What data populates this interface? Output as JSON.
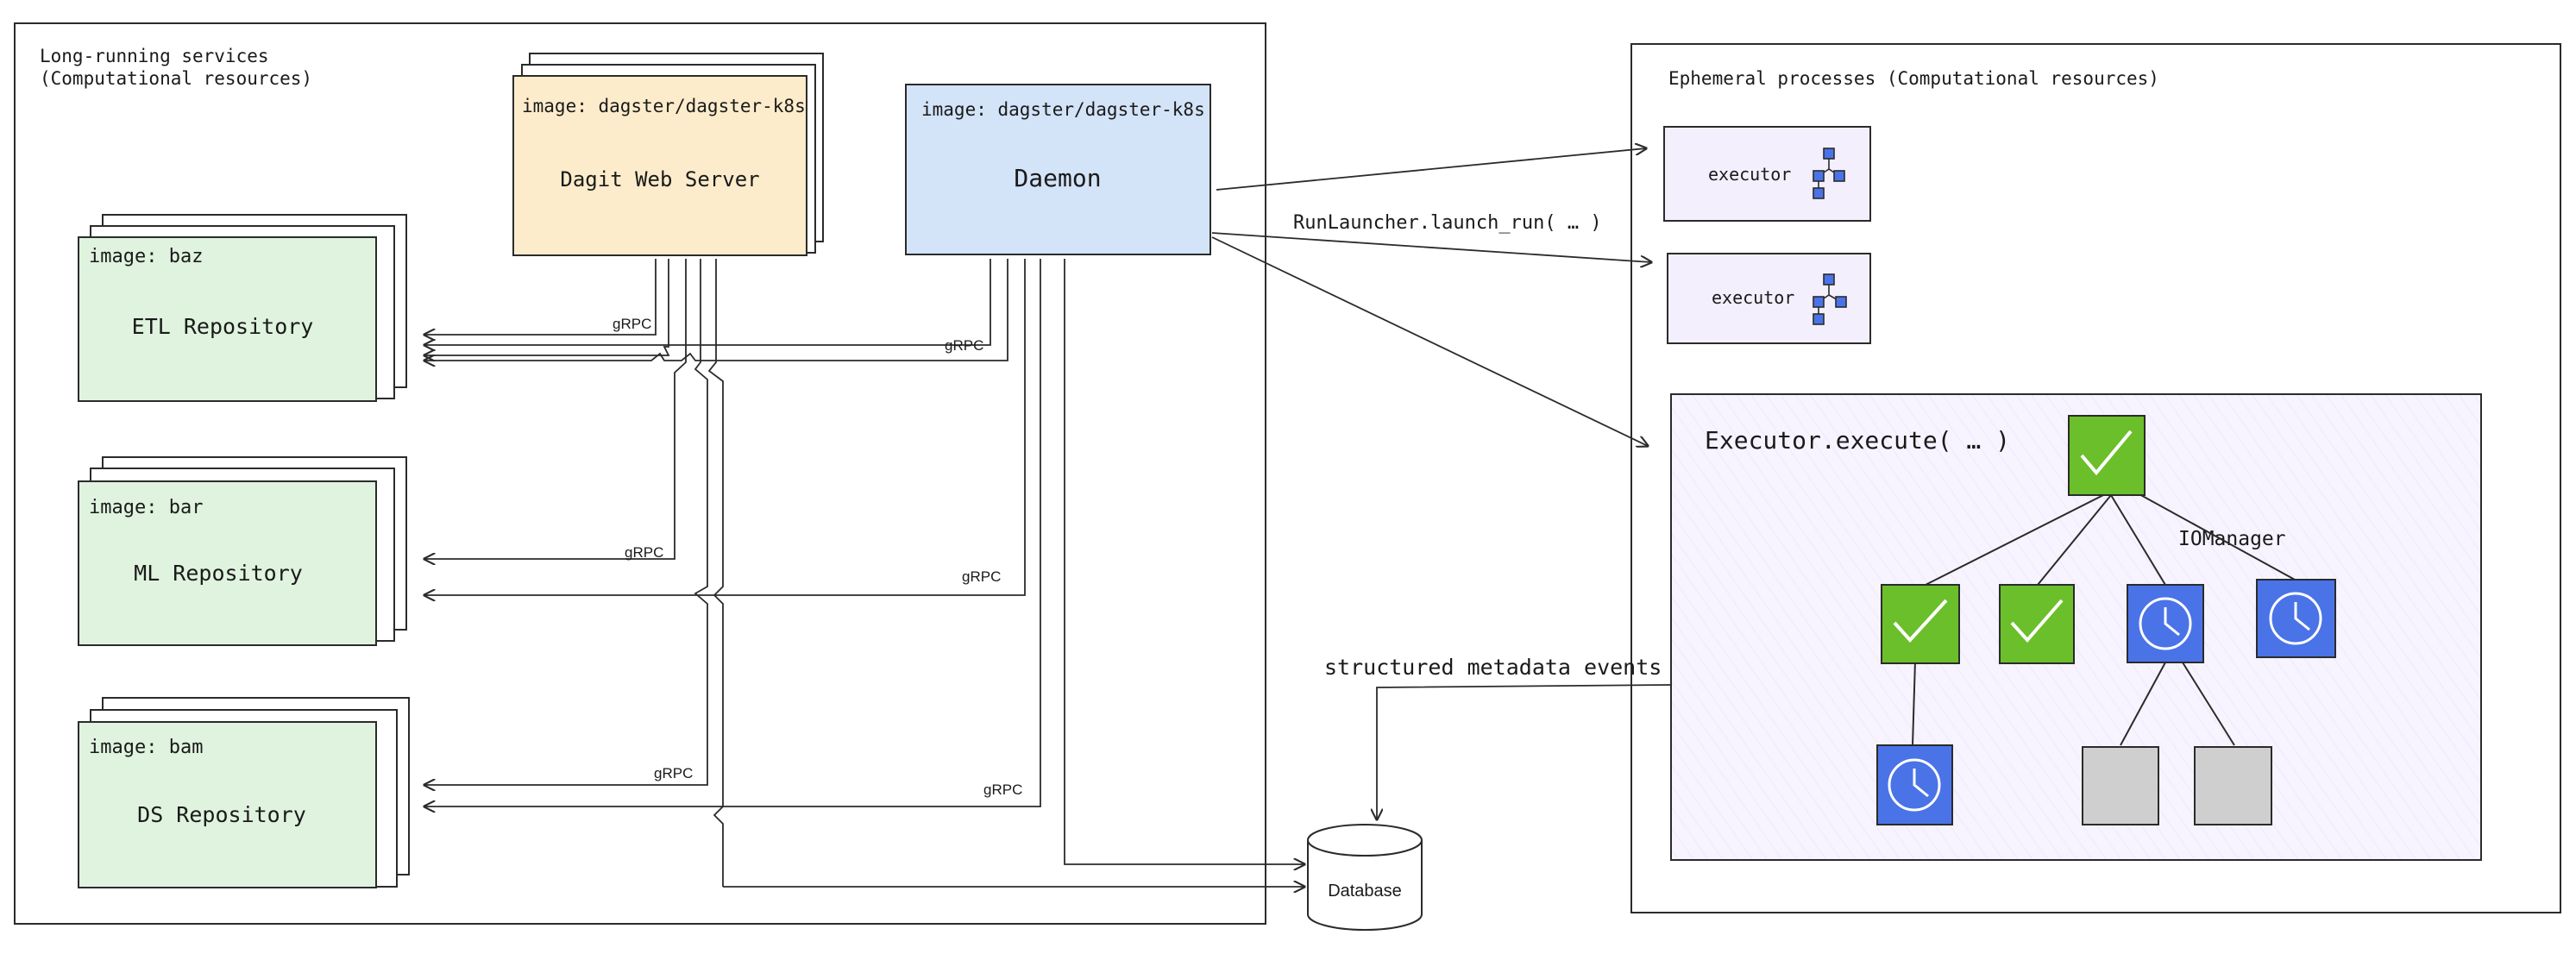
{
  "long_running": {
    "title_line1": "Long-running services",
    "title_line2": "(Computational resources)"
  },
  "ephemeral": {
    "title": "Ephemeral processes (Computational resources)"
  },
  "dagit": {
    "image": "image: dagster/dagster-k8s",
    "label": "Dagit Web Server"
  },
  "daemon": {
    "image": "image: dagster/dagster-k8s",
    "label": "Daemon"
  },
  "repos": {
    "etl": {
      "image": "image: baz",
      "label": "ETL Repository"
    },
    "ml": {
      "image": "image: bar",
      "label": "ML Repository"
    },
    "ds": {
      "image": "image: bam",
      "label": "DS Repository"
    }
  },
  "edge_labels": {
    "grpc": "gRPC",
    "launch_run": "RunLauncher.launch_run( … )",
    "metadata_events": "structured metadata events"
  },
  "executors": [
    "executor",
    "executor"
  ],
  "execute_box": {
    "title": "Executor.execute( … )",
    "io_manager": "IOManager"
  },
  "database": {
    "label": "Database"
  },
  "colors": {
    "dagit_fill": "#fdeccb",
    "daemon_fill": "#d3e3f8",
    "repo_fill": "#dff3df",
    "executor_fill": "#f3effd",
    "success": "#6abf2a",
    "pending": "#4a73e8",
    "skipped": "#cfcfcf"
  }
}
